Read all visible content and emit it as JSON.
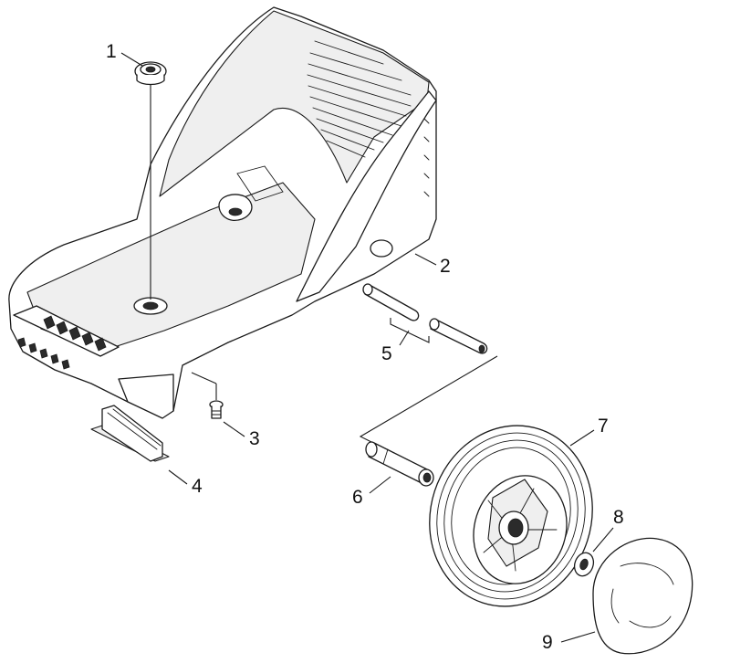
{
  "diagram": {
    "callouts": [
      {
        "id": 1,
        "label": "1",
        "part": "plug"
      },
      {
        "id": 2,
        "label": "2",
        "part": "housing"
      },
      {
        "id": 3,
        "label": "3",
        "part": "screw"
      },
      {
        "id": 4,
        "label": "4",
        "part": "foot"
      },
      {
        "id": 5,
        "label": "5",
        "part": "axle-sleeves"
      },
      {
        "id": 6,
        "label": "6",
        "part": "axle"
      },
      {
        "id": 7,
        "label": "7",
        "part": "wheel"
      },
      {
        "id": 8,
        "label": "8",
        "part": "retaining-washer"
      },
      {
        "id": 9,
        "label": "9",
        "part": "hub-cap"
      }
    ]
  }
}
